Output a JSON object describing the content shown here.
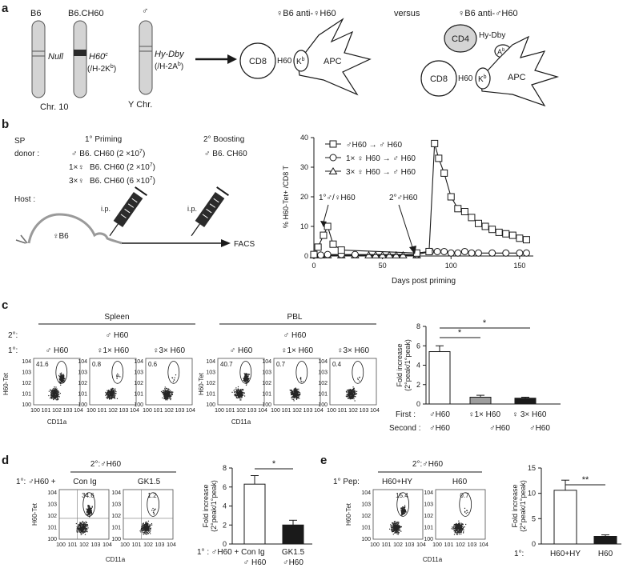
{
  "panels": {
    "a": "a",
    "b": "b",
    "c": "c",
    "d": "d",
    "e": "e"
  },
  "panel_a": {
    "chr_b6": "B6",
    "chr_b6ch60": "B6.CH60",
    "chr_male": "♂",
    "null_label": "Null",
    "h60c_label": "H60c",
    "h60c_sup": "c",
    "h60c_sub": "(/H-2Kb)",
    "chr10_label": "Chr. 10",
    "hydby_label": "Hy-Dby",
    "hydby_sub": "(/H-2Ab)",
    "ychr_label": "Y Chr.",
    "title_left": "♀B6 anti-♀H60",
    "versus": "versus",
    "title_right": "♀B6 anti-♂H60",
    "cd8": "CD8",
    "h60": "H60",
    "kb": "Kb",
    "apc": "APC",
    "cd4": "CD4",
    "hydby_cell": "Hy-Dby",
    "ab": "Ab",
    "colors": {
      "chromosome_fill": "#d4d4d4",
      "chromosome_band": "#2b2b2b"
    }
  },
  "panel_b": {
    "sp_donor": "SP",
    "donor": "donor :",
    "primary_title": "1° Priming",
    "boost_title": "2° Boosting",
    "row1_primary": "♂ B6. CH60 (2 ×107)",
    "row2_prefix": "1×♀",
    "row2_primary": "B6. CH60 (2 ×107)",
    "row3_prefix": "3×♀",
    "row3_primary": "B6. CH60 (6 ×107)",
    "boost_row": "♂ B6. CH60",
    "host": "Host :",
    "mouse_label": "♀B6",
    "ip1": "i.p.",
    "ip2": "i.p.",
    "facs": "FACS"
  },
  "chart_b": {
    "type": "line",
    "ylabel": "% H60-Tet+ /CD8 T",
    "xlabel": "Days post priming",
    "xlim": [
      0,
      160
    ],
    "ylim": [
      0,
      40
    ],
    "xticks": [
      "0",
      "50",
      "100",
      "150"
    ],
    "yticks": [
      "0",
      "10",
      "20",
      "30",
      "40"
    ],
    "annot_prime": "1°♂/♀H60",
    "annot_boost": "2°♂H60",
    "legend_position": "top-left",
    "series": [
      {
        "name": "♂H60 → ♂ H60",
        "marker": "square",
        "x": [
          0,
          3,
          7,
          10,
          14,
          20,
          75,
          84,
          88,
          91,
          95,
          100,
          105,
          110,
          115,
          120,
          125,
          130,
          135,
          140,
          145,
          150,
          155
        ],
        "y": [
          0.5,
          3,
          7,
          10,
          4,
          2,
          1,
          1.5,
          38,
          33,
          28,
          20,
          16,
          15,
          13,
          11,
          10,
          9,
          8,
          7.5,
          7,
          6,
          5.5
        ]
      },
      {
        "name": "1× ♀ H60 → ♂ H60",
        "marker": "circle",
        "x": [
          0,
          5,
          10,
          20,
          30,
          75,
          85,
          90,
          95,
          100,
          105,
          110,
          115,
          120,
          130,
          140,
          150,
          155
        ],
        "y": [
          0.3,
          0.3,
          0.5,
          0.5,
          0.5,
          0.5,
          1.5,
          1.5,
          1.5,
          1,
          1,
          1.5,
          1,
          1,
          1,
          1,
          1,
          1
        ]
      },
      {
        "name": "3× ♀ H60 → ♂ H60",
        "marker": "triangle",
        "x": [
          0,
          5,
          10,
          20,
          30,
          40,
          45,
          50,
          55,
          60,
          65,
          75
        ],
        "y": [
          0.3,
          0.3,
          0.3,
          0.3,
          0.3,
          0.3,
          0.3,
          0.3,
          0.3,
          0.3,
          0.3,
          0.3
        ]
      }
    ]
  },
  "panel_c": {
    "spleen": "Spleen",
    "pbl": "PBL",
    "secondary_row_label": "2°:",
    "secondary_spleen": "♂ H60",
    "secondary_pbl": "♂ H60",
    "primary_row_label": "1°:",
    "ylabel": "H60-Tet",
    "xlabel": "CD11a",
    "plots": [
      {
        "title": "♂ H60",
        "value": "41.6"
      },
      {
        "title": "♀1× H60",
        "value": "0.8"
      },
      {
        "title": "♀3× H60",
        "value": "0.6"
      },
      {
        "title": "♂ H60",
        "value": "40.7"
      },
      {
        "title": "♀1× H60",
        "value": "0.7"
      },
      {
        "title": "♀3× H60",
        "value": "0.4"
      }
    ],
    "yticks": [
      "104",
      "103",
      "102",
      "101",
      "100"
    ],
    "xticks": [
      "100",
      "101",
      "102",
      "103",
      "104"
    ]
  },
  "chart_c": {
    "type": "bar",
    "ylabel": "Fold increase (2°peak/1°peak)",
    "ylim": [
      0,
      8
    ],
    "yticks": [
      "0",
      "2",
      "4",
      "6",
      "8"
    ],
    "first_label": "First :",
    "second_label": "Second :",
    "categories_first": [
      "♂H60",
      "♀1× H60",
      "♀ 3× H60"
    ],
    "categories_second": [
      "♂H60",
      "♂H60",
      "♂H60"
    ],
    "values": [
      5.4,
      0.7,
      0.6
    ],
    "errors": [
      0.6,
      0.2,
      0.1
    ],
    "sig": [
      "*",
      "*"
    ],
    "colors": [
      "#ffffff",
      "#9e9e9e",
      "#1a1a1a"
    ]
  },
  "panel_d": {
    "secondary": "2°:♂H60",
    "primary": "1°: ♂H60 +",
    "cond1": "Con Ig",
    "cond2": "GK1.5",
    "values": [
      "34.6",
      "1.2"
    ],
    "ylabel": "H60-Tet",
    "xlabel": "CD11a"
  },
  "chart_d": {
    "type": "bar",
    "ylabel": "Fold increase (2°peak/1°peak)",
    "ylim": [
      0,
      8
    ],
    "yticks": [
      "0",
      "2",
      "4",
      "6",
      "8"
    ],
    "row_label": "1° : ♂H60 + Con Ig",
    "row_label2": "♂ H60",
    "cat2": "GK1.5",
    "cat2_sub": "♂H60",
    "values": [
      6.3,
      2.0
    ],
    "errors": [
      0.9,
      0.5
    ],
    "sig": "*",
    "colors": [
      "#ffffff",
      "#1a1a1a"
    ]
  },
  "panel_e": {
    "secondary": "2°:♂H60",
    "primary": "1° Pep:",
    "cond1": "H60+HY",
    "cond2": "H60",
    "values": [
      "15.4",
      "0.7"
    ],
    "ylabel": "H60-Tet",
    "xlabel": "CD11a"
  },
  "chart_e": {
    "type": "bar",
    "ylabel": "Fold increase (2°peak/1°peak)",
    "ylim": [
      0,
      15
    ],
    "yticks": [
      "0",
      "5",
      "10",
      "15"
    ],
    "row_label": "1°:",
    "categories": [
      "H60+HY",
      "H60"
    ],
    "values": [
      10.6,
      1.5
    ],
    "errors": [
      2.0,
      0.3
    ],
    "sig": "**",
    "colors": [
      "#ffffff",
      "#1a1a1a"
    ]
  }
}
